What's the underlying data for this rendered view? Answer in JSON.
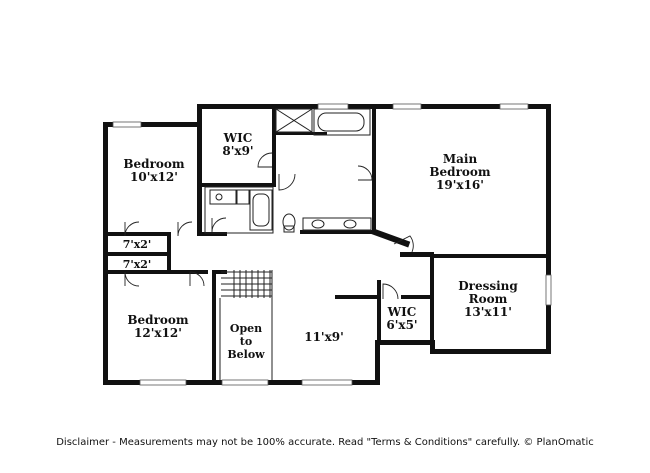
{
  "rooms": {
    "bedroom_left_top": {
      "name": "Bedroom",
      "dims": "10'x12'"
    },
    "wic_top": {
      "name": "WIC",
      "dims": "8'x9'"
    },
    "main_bedroom": {
      "name_line1": "Main",
      "name_line2": "Bedroom",
      "dims": "19'x16'"
    },
    "closet_1": {
      "dims": "7'x2'"
    },
    "closet_2": {
      "dims": "7'x2'"
    },
    "bedroom_left_bottom": {
      "name": "Bedroom",
      "dims": "12'x12'"
    },
    "open_to_below": {
      "line1": "Open",
      "line2": "to",
      "line3": "Below"
    },
    "hall_room": {
      "dims": "11'x9'"
    },
    "wic_small": {
      "name": "WIC",
      "dims": "6'x5'"
    },
    "dressing_room": {
      "name": "Dressing",
      "name_line2": "Room",
      "dims": "13'x11'"
    }
  },
  "disclaimer": "Disclaimer - Measurements may not be 100% accurate. Read \"Terms & Conditions\" carefully. © PlanOmatic"
}
